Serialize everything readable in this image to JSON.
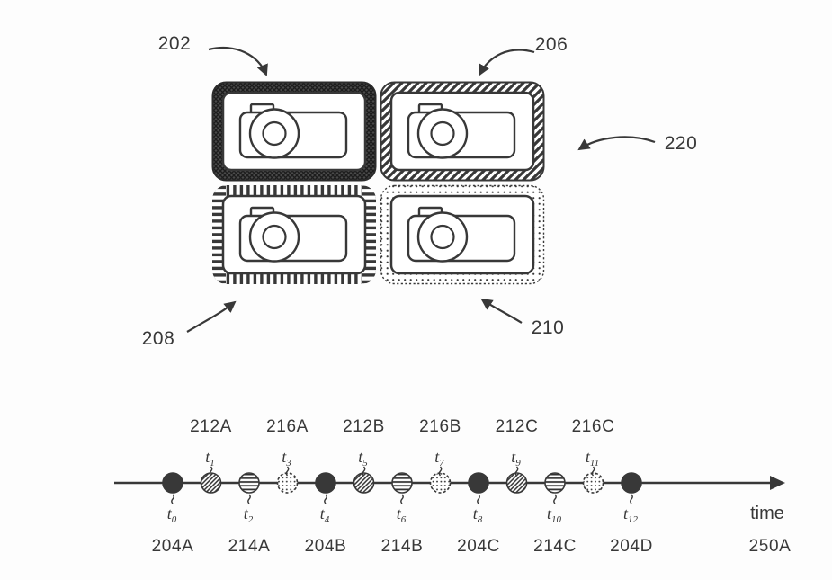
{
  "figure": {
    "callouts": {
      "top_left": "202",
      "top_right": "206",
      "bottom_left": "208",
      "bottom_right": "210",
      "group": "220"
    },
    "cells": [
      {
        "callout": "202",
        "icon": "camera",
        "border_pattern": "solid-crosshatch"
      },
      {
        "callout": "206",
        "icon": "camera",
        "border_pattern": "diagonal-hatch"
      },
      {
        "callout": "208",
        "icon": "camera",
        "border_pattern": "ladder-dash"
      },
      {
        "callout": "210",
        "icon": "camera",
        "border_pattern": "stipple-dots"
      }
    ]
  },
  "timeline": {
    "axis_label": "time",
    "axis_callout": "250A",
    "ink_color": "#383838",
    "points": [
      {
        "t_sub": "0",
        "marker": "solid",
        "callout": "204A",
        "callout_side": "below"
      },
      {
        "t_sub": "1",
        "marker": "diagonal",
        "callout": "212A",
        "callout_side": "above"
      },
      {
        "t_sub": "2",
        "marker": "hlines",
        "callout": "214A",
        "callout_side": "below"
      },
      {
        "t_sub": "3",
        "marker": "dotted",
        "callout": "216A",
        "callout_side": "above"
      },
      {
        "t_sub": "4",
        "marker": "solid",
        "callout": "204B",
        "callout_side": "below"
      },
      {
        "t_sub": "5",
        "marker": "diagonal",
        "callout": "212B",
        "callout_side": "above"
      },
      {
        "t_sub": "6",
        "marker": "hlines",
        "callout": "214B",
        "callout_side": "below"
      },
      {
        "t_sub": "7",
        "marker": "dotted",
        "callout": "216B",
        "callout_side": "above"
      },
      {
        "t_sub": "8",
        "marker": "solid",
        "callout": "204C",
        "callout_side": "below"
      },
      {
        "t_sub": "9",
        "marker": "diagonal",
        "callout": "212C",
        "callout_side": "above"
      },
      {
        "t_sub": "10",
        "marker": "hlines",
        "callout": "214C",
        "callout_side": "below"
      },
      {
        "t_sub": "11",
        "marker": "dotted",
        "callout": "216C",
        "callout_side": "above"
      },
      {
        "t_sub": "12",
        "marker": "solid",
        "callout": "204D",
        "callout_side": "below"
      }
    ]
  }
}
